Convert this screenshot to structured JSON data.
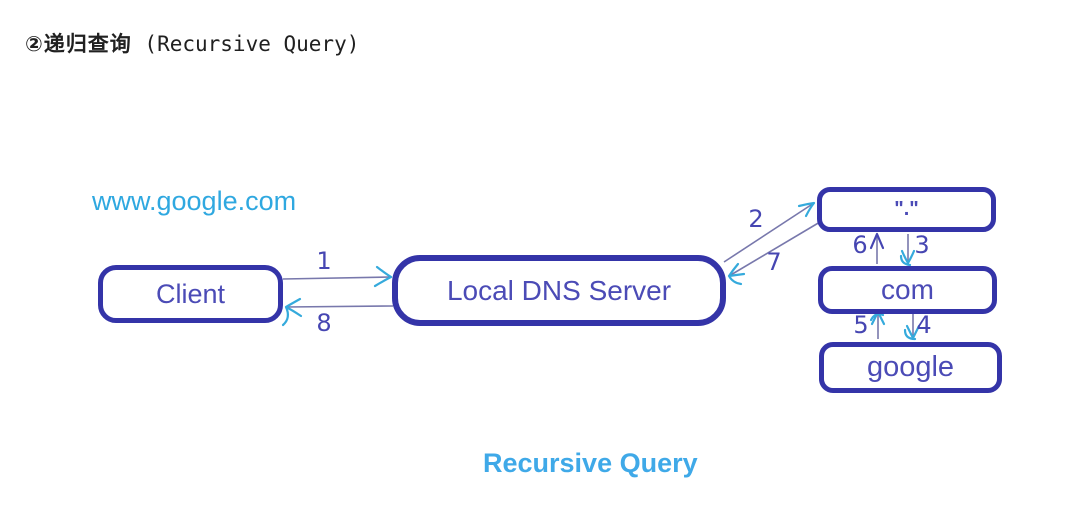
{
  "title": {
    "zh": "②递归查询",
    "en": " (Recursive Query)"
  },
  "labels": {
    "query": "www.google.com",
    "caption": "Recursive Query"
  },
  "nodes": {
    "client": "Client",
    "local_dns": "Local DNS Server",
    "root": "\".\"",
    "com": "com",
    "google": "google"
  },
  "steps": {
    "s1": "1",
    "s2": "2",
    "s3": "3",
    "s4": "4",
    "s5": "5",
    "s6": "6",
    "s7": "7",
    "s8": "8"
  },
  "colors": {
    "title_text": "#202020",
    "accent_cyan": "#2fa8e0",
    "caption_cyan": "#3fa9e8",
    "box_border": "#3434a8",
    "box_text": "#4b4bb6",
    "step_text": "#4646b2",
    "line": "#7878ac",
    "arrowhead_cyan": "#35aadc",
    "arrowhead_dark": "#4545b2"
  }
}
